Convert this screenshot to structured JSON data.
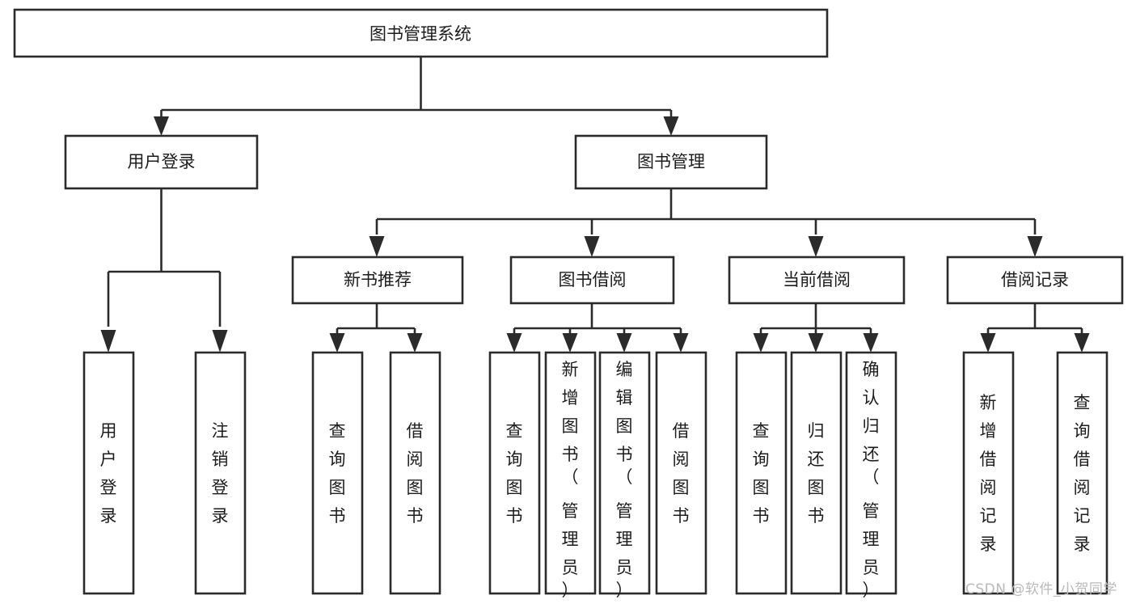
{
  "diagram": {
    "title": "图书管理系统",
    "type": "tree",
    "watermark": "CSDN @软件_小贺同学",
    "colors": {
      "stroke": "#2b2b2b",
      "fill": "#ffffff",
      "text": "#1c1c1c",
      "watermark": "#b9b9b9"
    },
    "levels": {
      "root": {
        "label": "图书管理系统"
      },
      "level2": [
        {
          "label": "用户登录"
        },
        {
          "label": "图书管理"
        }
      ],
      "level3": [
        {
          "label": "新书推荐"
        },
        {
          "label": "图书借阅"
        },
        {
          "label": "当前借阅"
        },
        {
          "label": "借阅记录"
        }
      ],
      "leaves": [
        {
          "label": "用户登录",
          "parent": "用户登录"
        },
        {
          "label": "注销登录",
          "parent": "用户登录"
        },
        {
          "label": "查询图书",
          "parent": "新书推荐"
        },
        {
          "label": "借阅图书",
          "parent": "新书推荐"
        },
        {
          "label": "查询图书",
          "parent": "图书借阅"
        },
        {
          "label": "新增图书（管理员）",
          "parent": "图书借阅"
        },
        {
          "label": "编辑图书（管理员）",
          "parent": "图书借阅"
        },
        {
          "label": "借阅图书",
          "parent": "图书借阅"
        },
        {
          "label": "查询图书",
          "parent": "当前借阅"
        },
        {
          "label": "归还图书",
          "parent": "当前借阅"
        },
        {
          "label": "确认归还（管理员）",
          "parent": "当前借阅"
        },
        {
          "label": "新增借阅记录",
          "parent": "借阅记录"
        },
        {
          "label": "查询借阅记录",
          "parent": "借阅记录"
        }
      ]
    }
  }
}
